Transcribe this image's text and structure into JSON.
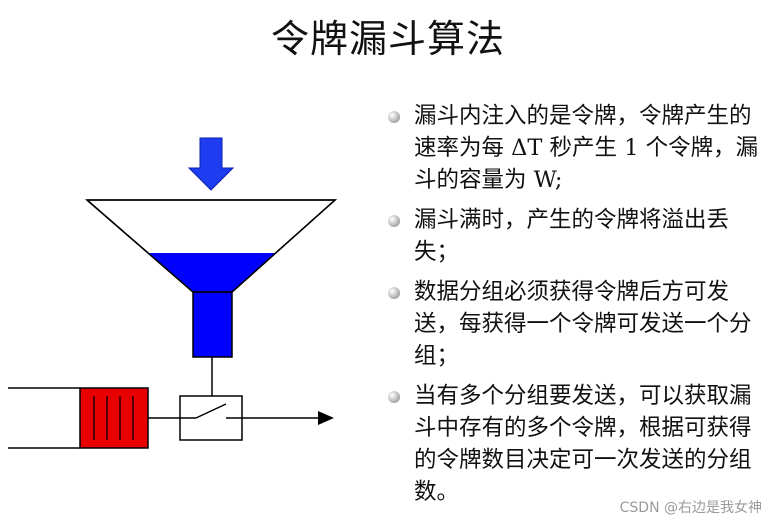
{
  "title": "令牌漏斗算法",
  "bullets": [
    "漏斗内注入的是令牌，令牌产生的速率为每 ΔT 秒产生 1 个令牌，漏斗的容量为 W;",
    "漏斗满时，产生的令牌将溢出丢失；",
    "数据分组必须获得令牌后方可发送，每获得一个令牌可发送一个分组；",
    "当有多个分组要发送，可以获取漏斗中存有的多个令牌，根据可获得的令牌数目决定可一次发送的分组数。"
  ],
  "watermark": "CSDN @右边是我女神",
  "colors": {
    "token_arrow": "#1f3df0",
    "funnel_fill": "#0000ff",
    "packet_queue": "#e80000"
  },
  "icons": [
    "down-arrow-icon",
    "switch-icon",
    "right-arrow-icon"
  ]
}
